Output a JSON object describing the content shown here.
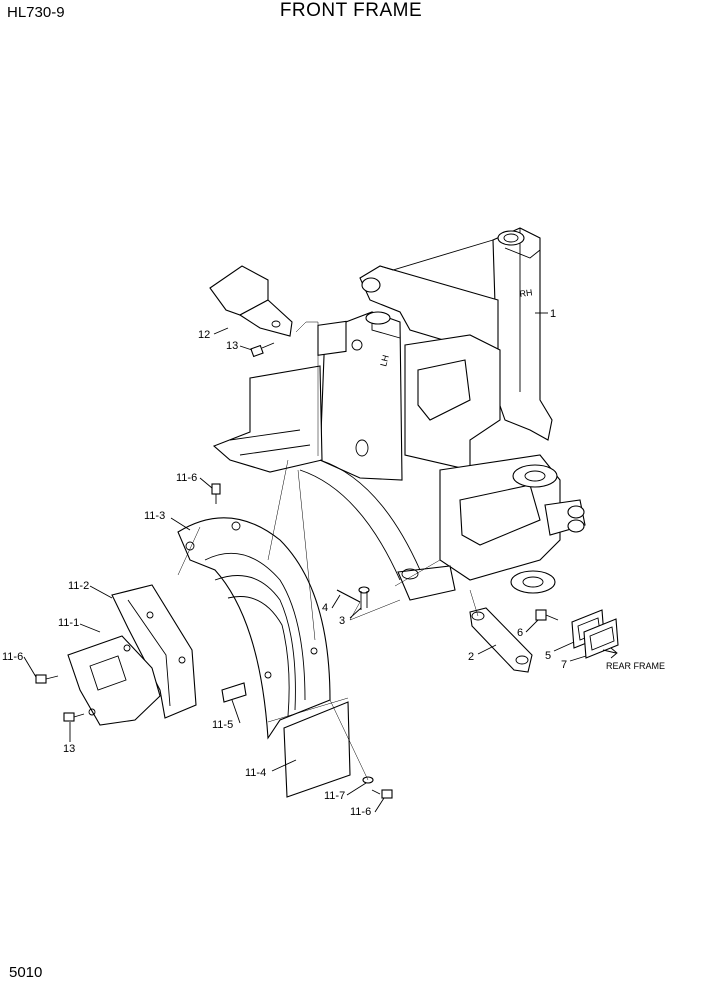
{
  "header": {
    "model": "HL730-9",
    "title": "FRONT FRAME"
  },
  "footer": {
    "page_number": "5010"
  },
  "diagram": {
    "callouts": {
      "c1": "1",
      "c2": "2",
      "c3": "3",
      "c4": "4",
      "c5": "5",
      "c6": "6",
      "c7": "7",
      "c11_1": "11-1",
      "c11_2": "11-2",
      "c11_3": "11-3",
      "c11_4": "11-4",
      "c11_5": "11-5",
      "c11_6_top": "11-6",
      "c11_6_left": "11-6",
      "c11_6_bottom": "11-6",
      "c11_7": "11-7",
      "c12": "12",
      "c13_top": "13",
      "c13_bottom": "13"
    },
    "note_rear_frame": "REAR FRAME",
    "frame_marks": {
      "rh": "RH",
      "lh": "LH"
    }
  }
}
